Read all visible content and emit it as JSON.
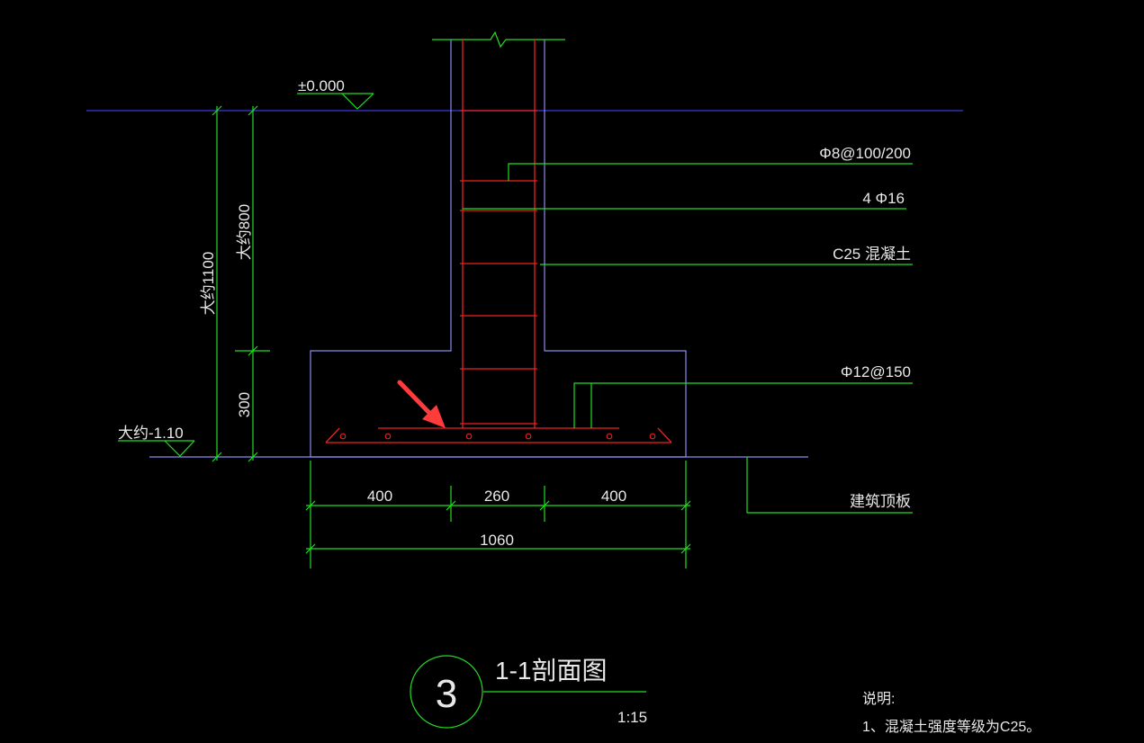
{
  "elevations": {
    "ground": "±0.000",
    "bottom": "大约-1.10"
  },
  "vertical_dims": {
    "total": "大约1100",
    "upper": "大约800",
    "footing": "300"
  },
  "callouts": {
    "stirrup": "Φ8@100/200",
    "main_bar": "4 Φ16",
    "concrete": "C25 混凝土",
    "bottom_mesh": "Φ12@150",
    "slab": "建筑顶板"
  },
  "horizontal_dims": {
    "left": "400",
    "middle": "260",
    "right": "400",
    "total": "1060"
  },
  "title": {
    "number": "3",
    "name": "1-1剖面图",
    "scale": "1:15"
  },
  "notes": {
    "heading": "说明:",
    "item1": "1、混凝土强度等级为C25。"
  },
  "colors": {
    "background": "#000000",
    "dimension": "#22dd22",
    "outline": "#3b3bdd",
    "rebar": "#ee2222",
    "arrow": "#ff3b3b",
    "text": "#e8e8e8"
  }
}
